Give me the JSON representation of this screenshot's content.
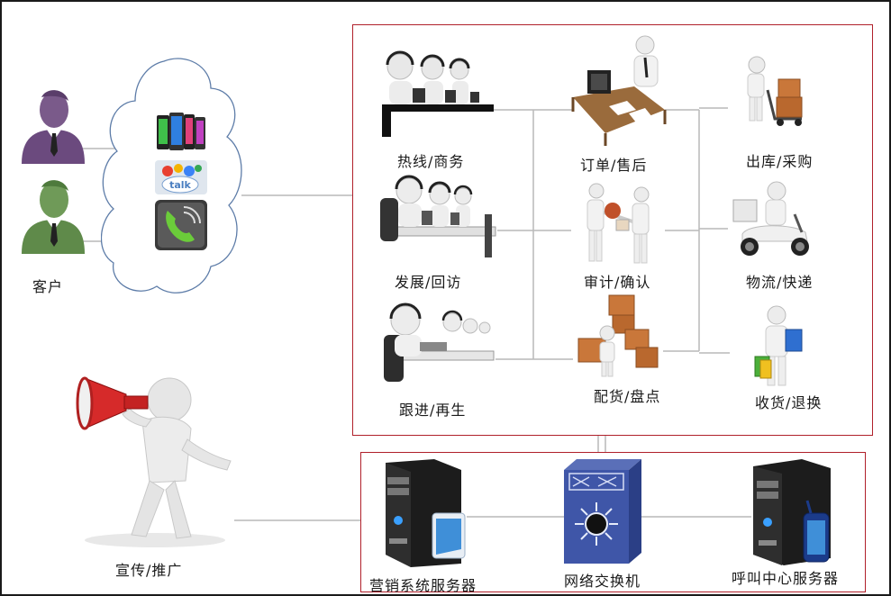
{
  "labels": {
    "customer": "客户",
    "hotline": "热线/商务",
    "develop": "发展/回访",
    "follow": "跟进/再生",
    "order": "订单/售后",
    "audit": "审计/确认",
    "picking": "配货/盘点",
    "outbound": "出库/采购",
    "logistics": "物流/快递",
    "receive": "收货/退换",
    "promotion": "宣传/推广",
    "marketing_server": "营销系统服务器",
    "network_switch": "网络交换机",
    "callcenter_server": "呼叫中心服务器"
  },
  "icons": {
    "talk_badge": "talk"
  },
  "colors": {
    "box_border": "#b0202a",
    "line": "#b9b9b9"
  }
}
